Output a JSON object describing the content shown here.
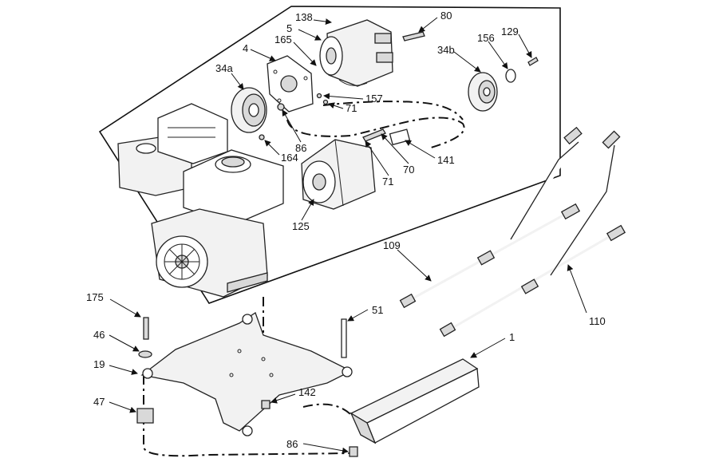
{
  "callouts": {
    "c138": "138",
    "c80": "80",
    "c5": "5",
    "c165": "165",
    "c4": "4",
    "c156": "156",
    "c129": "129",
    "c34b": "34b",
    "c34a": "34a",
    "c157": "157",
    "c71a": "71",
    "c86a": "86",
    "c164": "164",
    "c70": "70",
    "c71b": "71",
    "c141": "141",
    "c125": "125",
    "c109": "109",
    "c110": "110",
    "c175": "175",
    "c51": "51",
    "c46": "46",
    "c1": "1",
    "c19": "19",
    "c142": "142",
    "c47": "47",
    "c86b": "86"
  }
}
